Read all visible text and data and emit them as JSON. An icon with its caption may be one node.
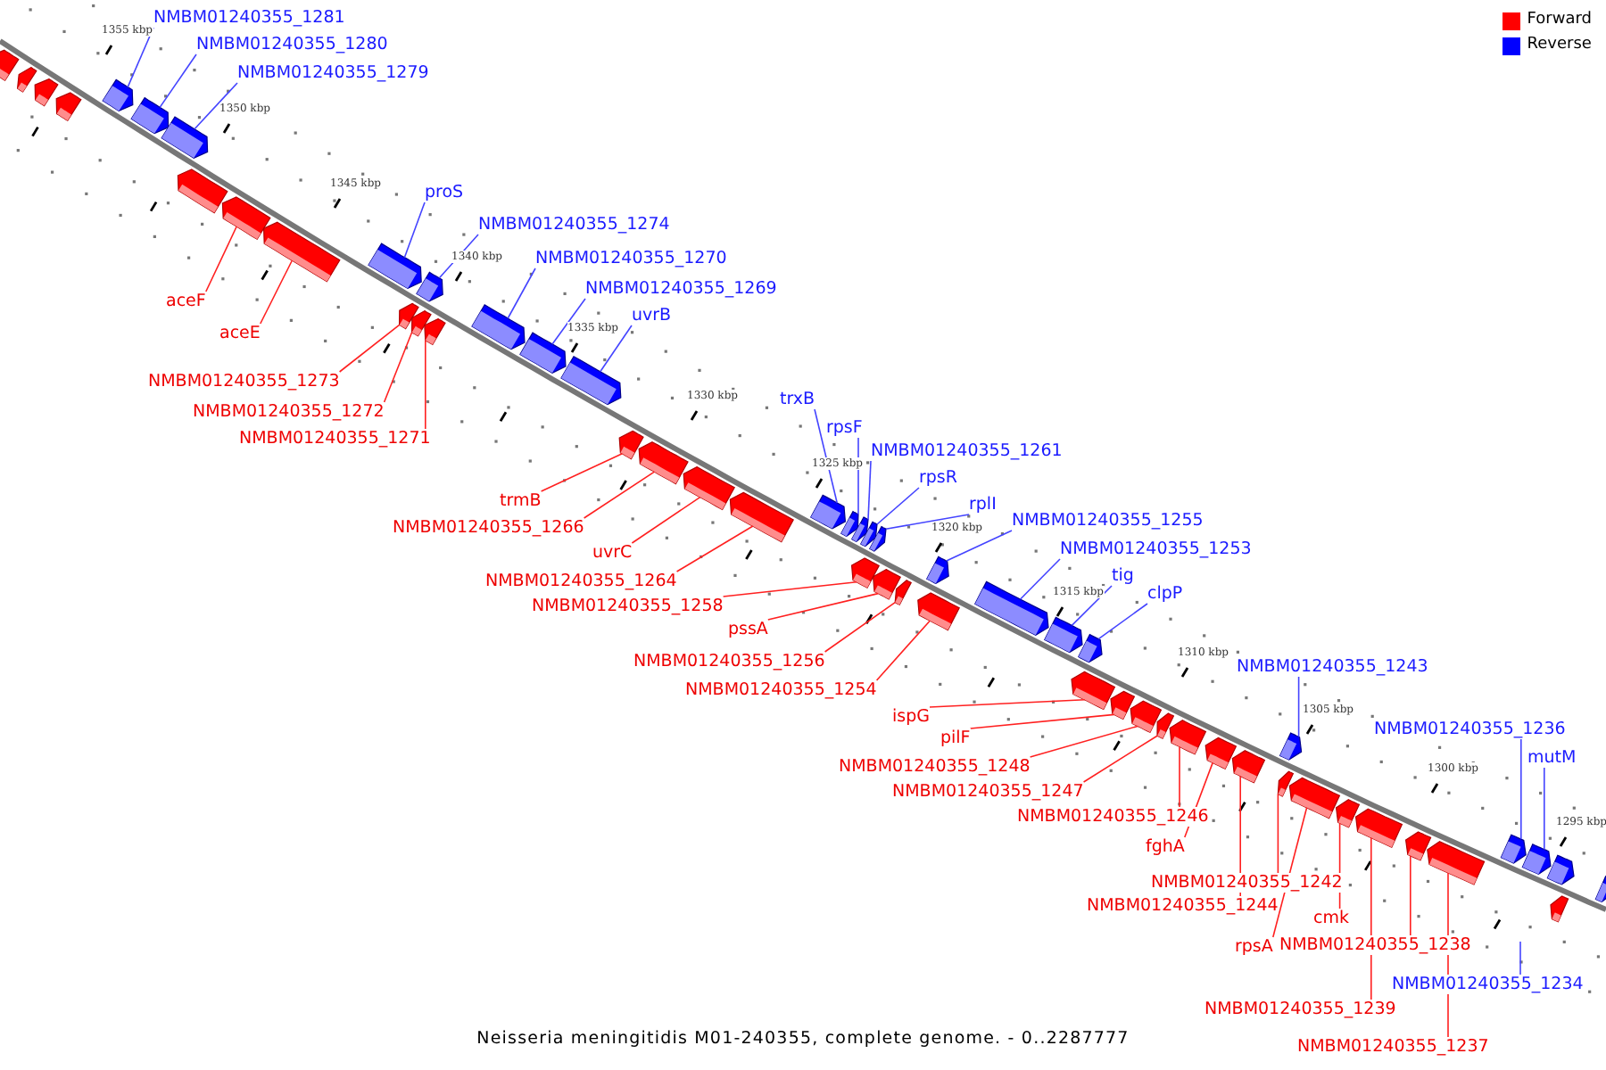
{
  "diagram": {
    "nodes": [
      {
        "text": [
          "NMBM01240355_1281"
        ]
      },
      {
        "text": [
          "NMBM01240355_1280"
        ]
      },
      {
        "text": [
          "NMBM01240355_1279"
        ]
      },
      {
        "text": [
          "aceF"
        ]
      },
      {
        "text": [
          "aceE"
        ]
      },
      {
        "text": [
          "proS"
        ]
      },
      {
        "text": [
          "NMBM01240355_1274"
        ]
      },
      {
        "text": [
          "NMBM01240355_1270"
        ]
      },
      {
        "text": [
          "NMBM01240355_1269"
        ]
      },
      {
        "text": [
          "uvrB"
        ]
      },
      {
        "text": [
          "NMBM01240355_1273"
        ]
      },
      {
        "text": [
          "NMBM01240355_1272"
        ]
      },
      {
        "text": [
          "NMBM01240355_1271"
        ]
      },
      {
        "text": [
          "trxB"
        ]
      },
      {
        "text": [
          "rpsF"
        ]
      },
      {
        "text": [
          "NMBM01240355_1261"
        ]
      },
      {
        "text": [
          "rpsR"
        ]
      },
      {
        "text": [
          "trmB"
        ]
      },
      {
        "text": [
          "rplI"
        ]
      },
      {
        "text": [
          "NMBM01240355_1266"
        ]
      },
      {
        "text": [
          "NMBM01240355_1255"
        ]
      },
      {
        "text": [
          "uvrC"
        ]
      },
      {
        "text": [
          "NMBM01240355_1253"
        ]
      },
      {
        "text": [
          "tig"
        ]
      },
      {
        "text": [
          "NMBM01240355_1264"
        ]
      },
      {
        "text": [
          "clpP"
        ]
      },
      {
        "text": [
          "NMBM01240355_1258"
        ]
      },
      {
        "text": [
          "pssA"
        ]
      },
      {
        "text": [
          "NMBM01240355_1256"
        ]
      },
      {
        "text": [
          "NMBM01240355_1243"
        ]
      },
      {
        "text": [
          "NMBM01240355_1254"
        ]
      },
      {
        "text": [
          "ispG"
        ]
      },
      {
        "text": [
          "NMBM01240355_1236"
        ]
      },
      {
        "text": [
          "pilF"
        ]
      },
      {
        "text": [
          "mutM"
        ]
      },
      {
        "text": [
          "NMBM01240355_1248"
        ]
      },
      {
        "text": [
          "NMBM01240355_1247"
        ]
      },
      {
        "text": [
          "NMBM01240355_1246"
        ]
      },
      {
        "text": [
          "fghA"
        ]
      },
      {
        "text": [
          "NMBM01240355_1242"
        ]
      },
      {
        "text": [
          "NMBM01240355_1244"
        ]
      },
      {
        "text": [
          "cmk"
        ]
      },
      {
        "text": [
          "rpsA"
        ]
      },
      {
        "text": [
          "NMBM01240355_1238"
        ]
      },
      {
        "text": [
          "NMBM01240355_1234"
        ]
      },
      {
        "text": [
          "NMBM01240355_1239"
        ]
      },
      {
        "text": [
          "NMBM01240355_1237"
        ]
      },
      {
        "text": [],
        "shape": "box"
      },
      {
        "text": [],
        "shape": "box"
      },
      {
        "text": [],
        "shape": "box"
      },
      {
        "text": [],
        "shape": "box"
      },
      {
        "text": [],
        "shape": "box"
      },
      {
        "text": [],
        "shape": "box"
      },
      {
        "text": [],
        "shape": "box"
      },
      {
        "text": [],
        "shape": "box"
      },
      {
        "text": [],
        "shape": "box"
      },
      {
        "text": [],
        "shape": "box"
      },
      {
        "text": [],
        "shape": "box"
      },
      {
        "text": [],
        "shape": "box"
      },
      {
        "text": [],
        "shape": "box"
      },
      {
        "text": [],
        "shape": "box"
      },
      {
        "text": [],
        "shape": "box"
      },
      {
        "text": [],
        "shape": "box"
      },
      {
        "text": [],
        "shape": "box"
      },
      {
        "text": [],
        "shape": "box"
      },
      {
        "text": [],
        "shape": "box"
      },
      {
        "text": [],
        "shape": "box"
      },
      {
        "text": [],
        "shape": "box"
      },
      {
        "text": [],
        "shape": "box"
      },
      {
        "text": [],
        "shape": "box"
      },
      {
        "text": [],
        "shape": "box"
      },
      {
        "text": [],
        "shape": "box"
      },
      {
        "text": [],
        "shape": "box"
      },
      {
        "text": [],
        "shape": "box"
      },
      {
        "text": [],
        "shape": "box"
      },
      {
        "text": [],
        "shape": "box"
      },
      {
        "text": [],
        "shape": "box"
      },
      {
        "text": [],
        "shape": "box"
      },
      {
        "text": [],
        "shape": "box"
      },
      {
        "text": [],
        "shape": "box"
      },
      {
        "text": [],
        "shape": "box"
      },
      {
        "text": [],
        "shape": "box"
      },
      {
        "text": [],
        "shape": "box"
      },
      {
        "text": [],
        "shape": "box"
      },
      {
        "text": [],
        "shape": "box"
      },
      {
        "text": [],
        "shape": "box"
      },
      {
        "text": [],
        "shape": "box"
      },
      {
        "text": [],
        "shape": "box"
      },
      {
        "text": [],
        "shape": "box"
      },
      {
        "text": [],
        "shape": "box"
      },
      {
        "text": [],
        "shape": "box"
      },
      {
        "text": [],
        "shape": "box"
      },
      {
        "text": [],
        "shape": "box"
      },
      {
        "text": [],
        "shape": "box"
      },
      {
        "text": [],
        "shape": "box"
      },
      {
        "text": [],
        "shape": "box"
      },
      {
        "text": [],
        "shape": "box"
      },
      {
        "text": [],
        "shape": "box"
      },
      {
        "text": [],
        "shape": "box"
      },
      {
        "text": [],
        "shape": "box"
      },
      {
        "text": [],
        "shape": "box"
      }
    ],
    "edges": [
      {
        "from": 0,
        "to": 51,
        "arrow": "none",
        "color": "#4444ff"
      },
      {
        "from": 1,
        "to": 52,
        "arrow": "none",
        "color": "#4444ff"
      },
      {
        "from": 2,
        "to": 53,
        "arrow": "none",
        "color": "#4444ff"
      },
      {
        "from": 3,
        "to": 55,
        "arrow": "none"
      },
      {
        "from": 4,
        "to": 56,
        "arrow": "none"
      },
      {
        "from": 5,
        "to": 57,
        "arrow": "none",
        "color": "#4444ff"
      },
      {
        "from": 6,
        "to": 58,
        "arrow": "none",
        "color": "#4444ff"
      },
      {
        "from": 7,
        "to": 62,
        "arrow": "none",
        "color": "#4444ff"
      },
      {
        "from": 8,
        "to": 63,
        "arrow": "none",
        "color": "#4444ff"
      },
      {
        "from": 9,
        "to": 64,
        "arrow": "none",
        "color": "#4444ff"
      },
      {
        "from": 10,
        "to": 59,
        "arrow": "none"
      },
      {
        "from": 11,
        "to": 60,
        "arrow": "none"
      },
      {
        "from": 12,
        "to": 61,
        "arrow": "none"
      },
      {
        "from": 13,
        "to": 69,
        "arrow": "none",
        "color": "#4444ff"
      },
      {
        "from": 14,
        "to": 70,
        "arrow": "none",
        "color": "#4444ff"
      },
      {
        "from": 15,
        "to": 71,
        "arrow": "none",
        "color": "#4444ff"
      },
      {
        "from": 16,
        "to": 72,
        "arrow": "none",
        "color": "#4444ff"
      },
      {
        "from": 17,
        "to": 65,
        "arrow": "none"
      },
      {
        "from": 18,
        "to": 73,
        "arrow": "none",
        "color": "#4444ff"
      },
      {
        "from": 19,
        "to": 66,
        "arrow": "none"
      },
      {
        "from": 20,
        "to": 77,
        "arrow": "none",
        "color": "#4444ff"
      },
      {
        "from": 21,
        "to": 67,
        "arrow": "none"
      },
      {
        "from": 22,
        "to": 79,
        "arrow": "none",
        "color": "#4444ff"
      },
      {
        "from": 23,
        "to": 80,
        "arrow": "none",
        "color": "#4444ff"
      },
      {
        "from": 24,
        "to": 68,
        "arrow": "none"
      },
      {
        "from": 25,
        "to": 81,
        "arrow": "none",
        "color": "#4444ff"
      },
      {
        "from": 26,
        "to": 74,
        "arrow": "none"
      },
      {
        "from": 27,
        "to": 75,
        "arrow": "none"
      },
      {
        "from": 28,
        "to": 76,
        "arrow": "none"
      },
      {
        "from": 29,
        "to": 89,
        "arrow": "none",
        "color": "#4444ff"
      },
      {
        "from": 30,
        "to": 78,
        "arrow": "none"
      },
      {
        "from": 31,
        "to": 82,
        "arrow": "none"
      },
      {
        "from": 32,
        "to": 96,
        "arrow": "none",
        "color": "#4444ff"
      },
      {
        "from": 33,
        "to": 83,
        "arrow": "none"
      },
      {
        "from": 34,
        "to": 97,
        "arrow": "none",
        "color": "#4444ff"
      },
      {
        "from": 35,
        "to": 84,
        "arrow": "none"
      },
      {
        "from": 36,
        "to": 85,
        "arrow": "none"
      },
      {
        "from": 37,
        "to": 86,
        "arrow": "none"
      },
      {
        "from": 38,
        "to": 87,
        "arrow": "none"
      },
      {
        "from": 39,
        "to": 90,
        "arrow": "none"
      },
      {
        "from": 40,
        "to": 88,
        "arrow": "none"
      },
      {
        "from": 41,
        "to": 92,
        "arrow": "none"
      },
      {
        "from": 42,
        "to": 91,
        "arrow": "none"
      },
      {
        "from": 43,
        "to": 94,
        "arrow": "none"
      },
      {
        "from": 44,
        "to": null,
        "arrow": "none",
        "color": "#4444ff"
      },
      {
        "from": 45,
        "to": 93,
        "arrow": "none"
      },
      {
        "from": 46,
        "to": 95,
        "arrow": "none"
      }
    ],
    "labels": [
      "1355 kbp",
      "1350 kbp",
      "1345 kbp",
      "1340 kbp",
      "1335 kbp",
      "1330 kbp",
      "1325 kbp",
      "1320 kbp",
      "1315 kbp",
      "1310 kbp",
      "1305 kbp",
      "1300 kbp",
      "1295 kbp"
    ],
    "legend": [
      {
        "text": "Forward",
        "color": "#ff0000"
      },
      {
        "text": "Reverse",
        "color": "#0000ff"
      }
    ],
    "caption": "Neisseria meningitidis M01-240355, complete genome. - 0..2287777"
  }
}
